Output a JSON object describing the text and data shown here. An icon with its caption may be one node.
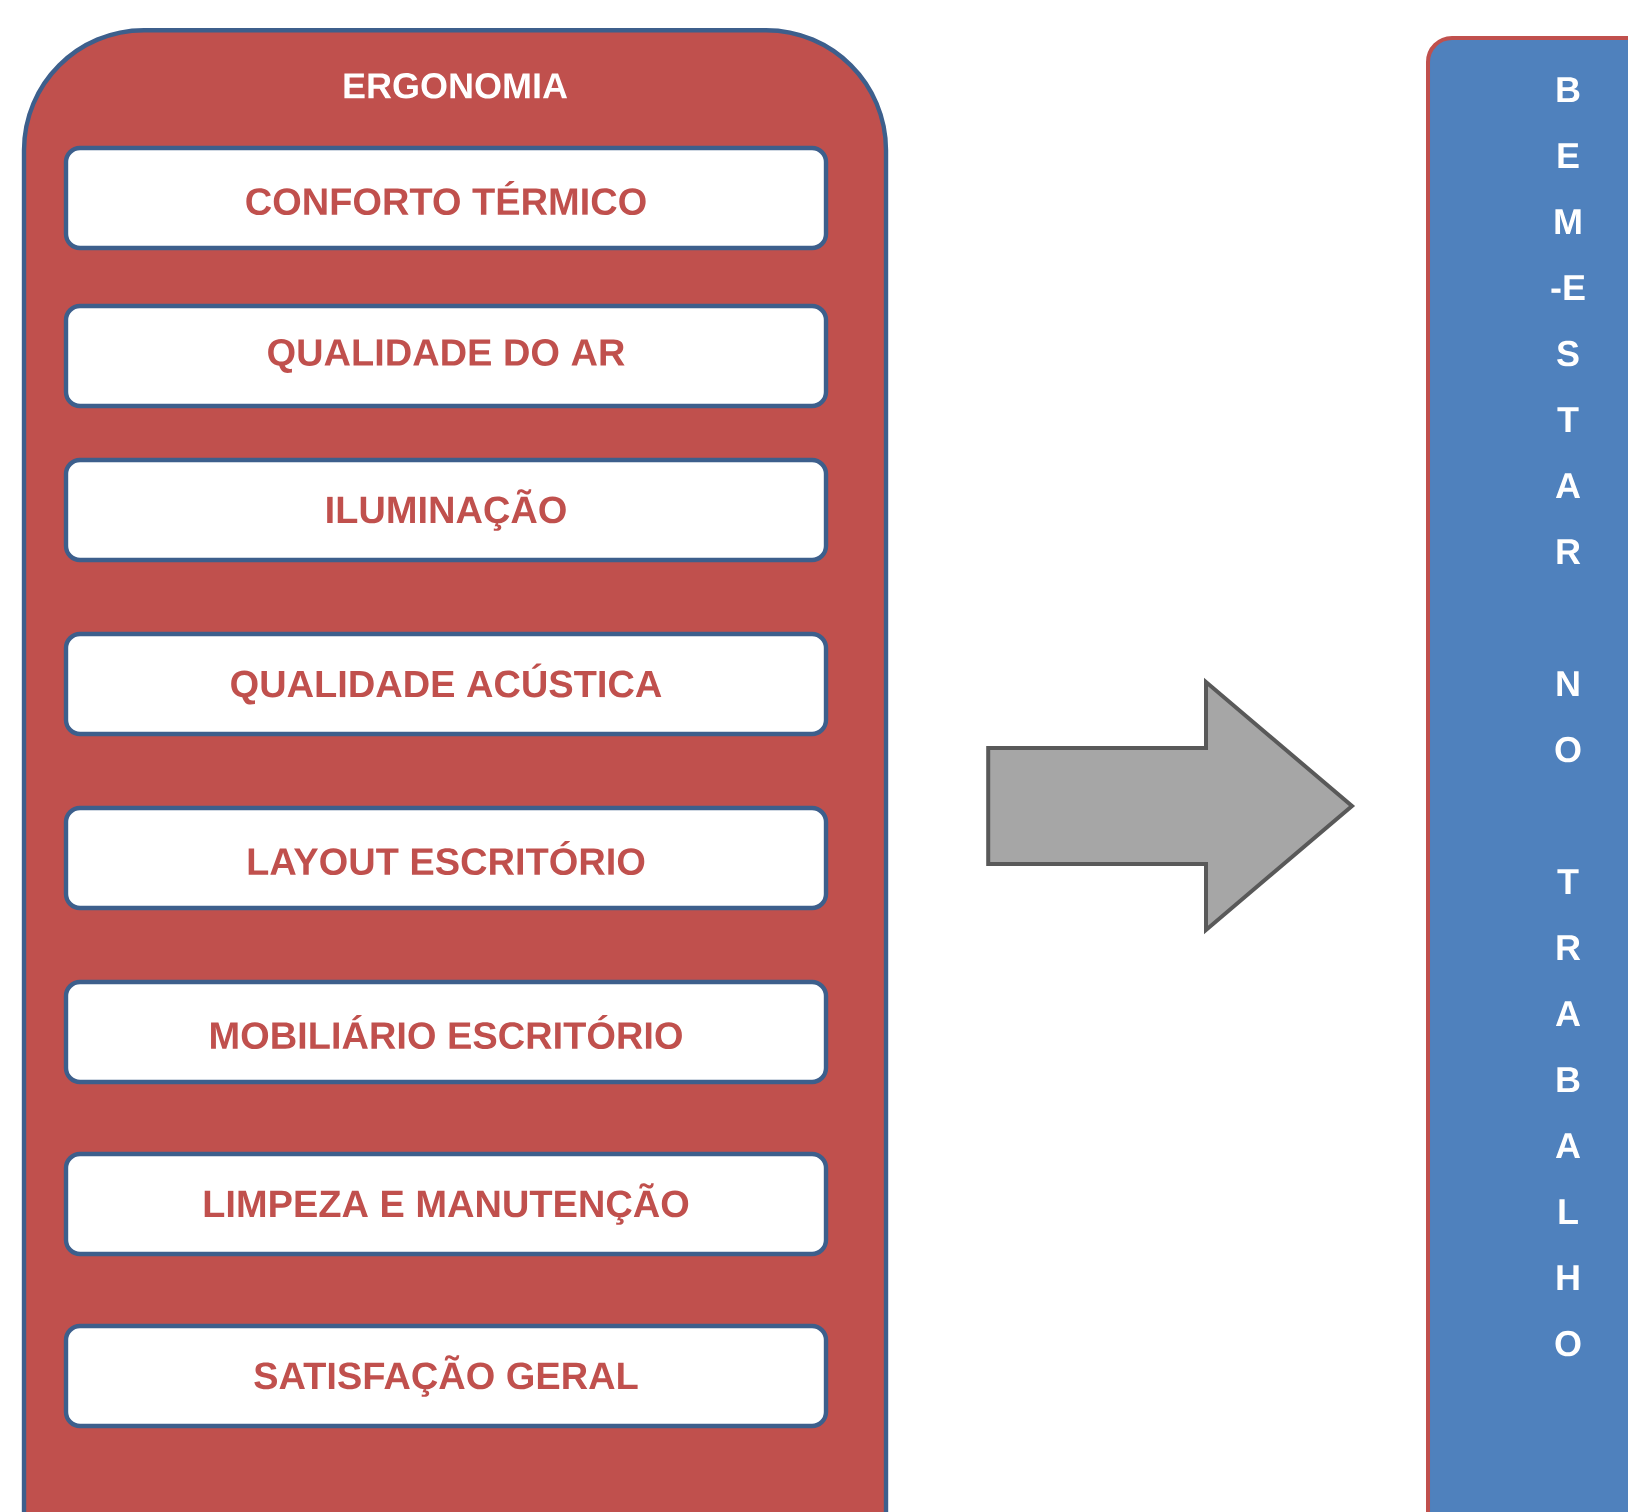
{
  "diagram": {
    "nodes": [
      {
        "text": [
          "ERGONOMIA"
        ]
      },
      {
        "text": [
          "CONFORTO TÉRMICO"
        ],
        "in": 0
      },
      {
        "text": [
          "QUALIDADE DO AR"
        ],
        "in": 0
      },
      {
        "text": [
          "ILUMINAÇÃO"
        ],
        "in": 0
      },
      {
        "text": [
          "QUALIDADE  ACÚSTICA"
        ],
        "in": 0
      },
      {
        "text": [
          "LAYOUT  ESCRITÓRIO"
        ],
        "in": 0
      },
      {
        "text": [
          "MOBILIÁRIO ESCRITÓRIO"
        ],
        "in": 0
      },
      {
        "text": [
          "LIMPEZA E MANUTENÇÃO"
        ],
        "in": 0
      },
      {
        "text": [
          "SATISFAÇÃO GERAL"
        ],
        "in": 0
      },
      {
        "text": [
          "BEM-ESTAR NO TRABALHO"
        ]
      }
    ],
    "edges": [
      {
        "from": 0,
        "to": 9,
        "arrow": "to"
      }
    ]
  }
}
